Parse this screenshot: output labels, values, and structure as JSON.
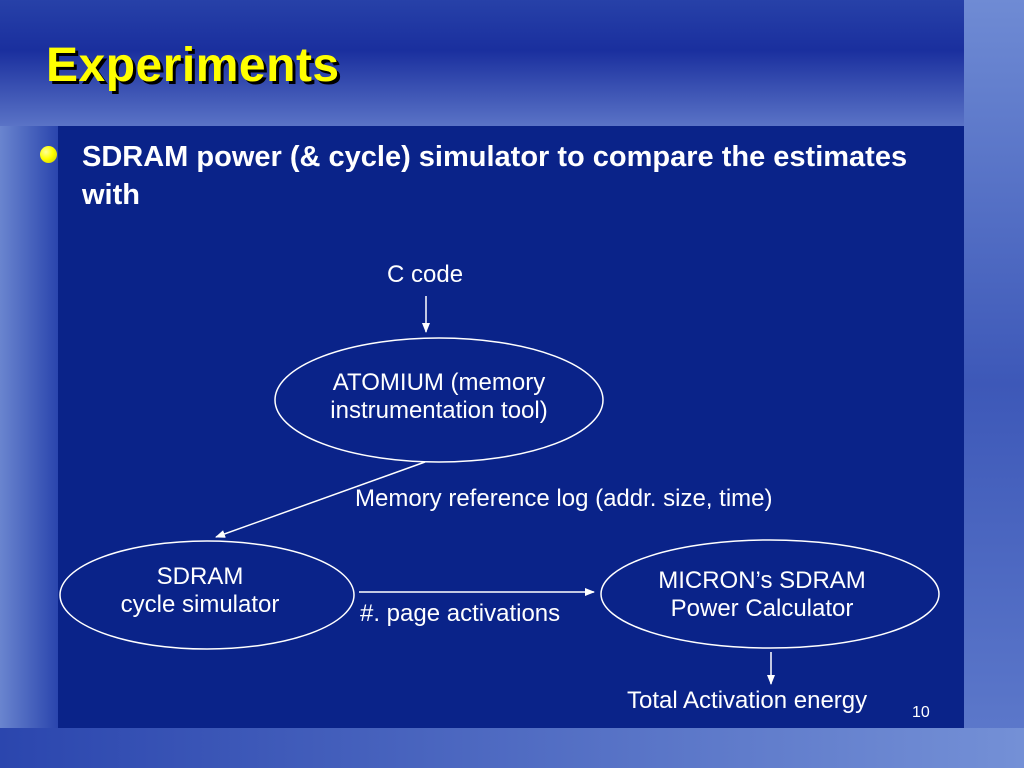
{
  "slide": {
    "title": "Experiments",
    "bullet": "SDRAM power (& cycle) simulator to compare the estimates with",
    "page_number": "10"
  },
  "diagram": {
    "nodes": {
      "c_code": "C code",
      "atomium": [
        "ATOMIUM (memory",
        "instrumentation tool)"
      ],
      "sdram": [
        "SDRAM",
        "cycle simulator"
      ],
      "micron": [
        "MICRON’s SDRAM",
        "Power Calculator"
      ],
      "total": "Total Activation energy"
    },
    "edge_labels": {
      "memory_log": "Memory reference log (addr. size, time)",
      "page_activations": "#. page activations"
    }
  }
}
